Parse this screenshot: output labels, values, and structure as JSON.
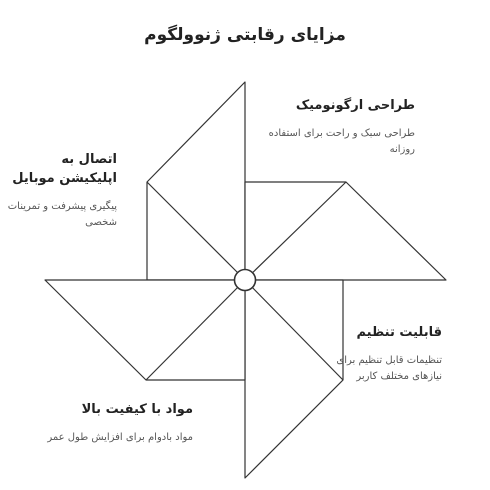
{
  "title": "مزایای رقابتی ژنوولگوم",
  "features": [
    {
      "id": "ergonomic",
      "heading": "طراحی ارگونومیک",
      "description": "طراحی سبک و راحت برای استفاده روزانه"
    },
    {
      "id": "mobile",
      "heading": "اتصال به اپلیکیشن موبایل",
      "description": "پیگیری پیشرفت و تمرینات شخصی"
    },
    {
      "id": "adjust",
      "heading": "قابلیت تنظیم",
      "description": "تنظیمات قابل تنظیم برای نیازهای مختلف کاربر"
    },
    {
      "id": "material",
      "heading": "مواد با کیفیت بالا",
      "description": "مواد بادوام برای افزایش طول عمر"
    }
  ],
  "colors": {
    "stroke": "#333333",
    "fill": "#ffffff",
    "heading": "#222222",
    "description": "#555555"
  }
}
